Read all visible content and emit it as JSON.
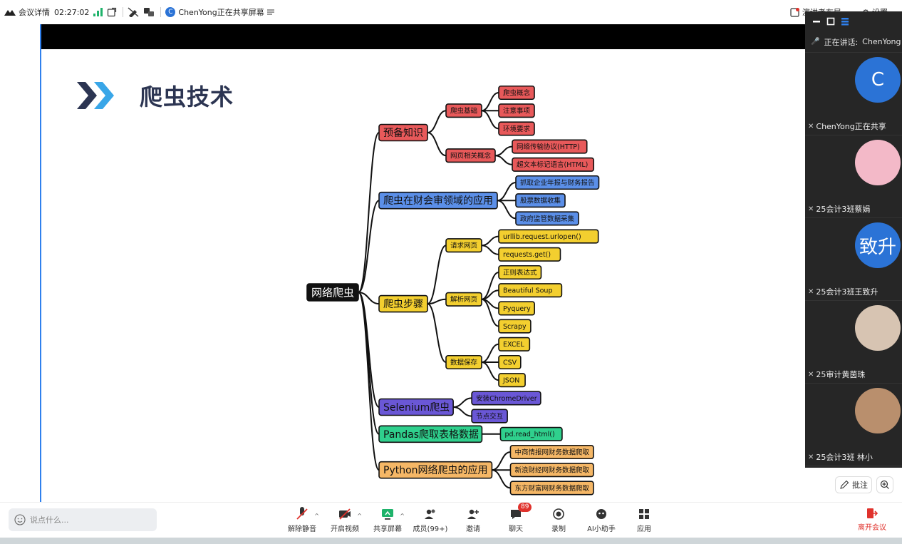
{
  "topbar": {
    "meeting_details": "会议详情",
    "timer": "02:27:02",
    "share_status": "ChenYong正在共享屏幕",
    "presenter_layout": "演讲者布局",
    "settings": "设置"
  },
  "slide": {
    "title": "爬虫技术"
  },
  "mindmap": {
    "root": "网络爬虫",
    "branches": [
      {
        "label": "预备知识",
        "color": "#e8595a",
        "groups": [
          {
            "label": "爬虫基础",
            "items": [
              "爬虫概念",
              "注意事项",
              "环境要求"
            ]
          },
          {
            "label": "网页相关概念",
            "items": [
              "网络传输协议(HTTP)",
              "超文本标记语言(HTML)"
            ]
          }
        ]
      },
      {
        "label": "爬虫在财会审领域的应用",
        "color": "#5b8fe8",
        "items": [
          "抓取企业年报与财务报告",
          "股票数据收集",
          "政府监管数据采集"
        ]
      },
      {
        "label": "爬虫步骤",
        "color": "#f3cf2f",
        "groups": [
          {
            "label": "请求网页",
            "items": [
              "urllib.request.urlopen()",
              "requests.get()"
            ]
          },
          {
            "label": "解析网页",
            "items": [
              "正则表达式",
              "Beautiful Soup",
              "Pyquery",
              "Scrapy"
            ]
          },
          {
            "label": "数据保存",
            "items": [
              "EXCEL",
              "CSV",
              "JSON"
            ]
          }
        ]
      },
      {
        "label": "Selenium爬虫",
        "color": "#6a57d6",
        "items": [
          "安装ChromeDriver",
          "节点交互"
        ]
      },
      {
        "label": "Pandas爬取表格数据",
        "color": "#2fd08d",
        "items": [
          "pd.read_html()"
        ]
      },
      {
        "label": "Python网络爬虫的应用",
        "color": "#f5b766",
        "items": [
          "中商情报网财务数据爬取",
          "新浪财经网财务数据爬取",
          "东方财富网财务数据爬取"
        ]
      }
    ]
  },
  "panel": {
    "speaking_label": "正在讲话:",
    "speaking_name": "ChenYong",
    "participants": [
      {
        "name": "ChenYong正在共享",
        "avatar_text": "C",
        "avatar_color": "#2b73d6"
      },
      {
        "name": "25会计3班蔡娟",
        "avatar_text": "",
        "avatar_color": "#f3b9c8"
      },
      {
        "name": "25会计3班王致升",
        "avatar_text": "致升",
        "avatar_color": "#2b73d6"
      },
      {
        "name": "25审计黄茵珠",
        "avatar_text": "",
        "avatar_color": "#d7c4b2"
      },
      {
        "name": "25会计3班 林小",
        "avatar_text": "",
        "avatar_color": "#b98f6d"
      }
    ]
  },
  "annotate": {
    "label": "批注"
  },
  "bottombar": {
    "chat_placeholder": "说点什么...",
    "tools": [
      {
        "label": "解除静音",
        "icon": "mic-off-icon"
      },
      {
        "label": "开启视频",
        "icon": "video-off-icon"
      },
      {
        "label": "共享屏幕",
        "icon": "share-screen-icon"
      },
      {
        "label": "成员(99+)",
        "icon": "members-icon"
      },
      {
        "label": "邀请",
        "icon": "invite-icon"
      },
      {
        "label": "聊天",
        "icon": "chat-icon",
        "badge": "89"
      },
      {
        "label": "录制",
        "icon": "record-icon"
      },
      {
        "label": "AI小助手",
        "icon": "ai-assistant-icon"
      },
      {
        "label": "应用",
        "icon": "apps-icon"
      }
    ],
    "leave": "离开会议"
  }
}
